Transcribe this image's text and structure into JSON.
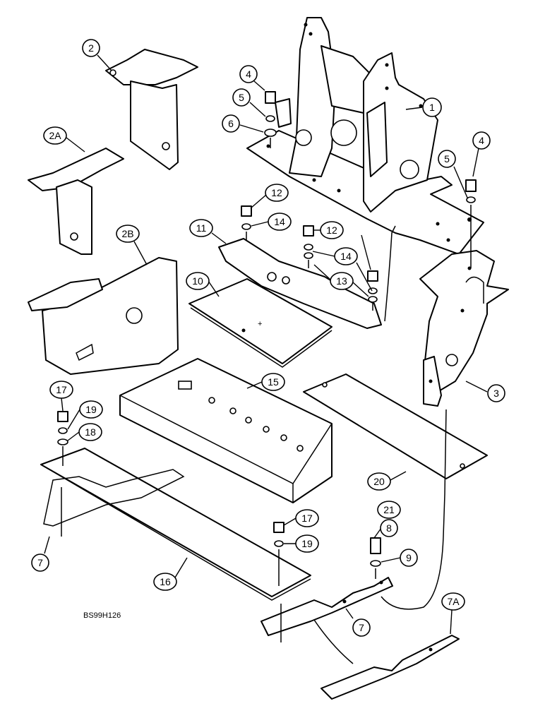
{
  "drawing_ref": "BS99H126",
  "callouts": {
    "c1": "1",
    "c2": "2",
    "c2a": "2A",
    "c2b": "2B",
    "c3": "3",
    "c4a": "4",
    "c4b": "4",
    "c5a": "5",
    "c5b": "5",
    "c6": "6",
    "c7a": "7",
    "c7b": "7",
    "c7c": "7A",
    "c8": "8",
    "c9": "9",
    "c10": "10",
    "c11": "11",
    "c12a": "12",
    "c12b": "12",
    "c13": "13",
    "c14a": "14",
    "c14b": "14",
    "c15": "15",
    "c16": "16",
    "c17a": "17",
    "c17b": "17",
    "c18": "18",
    "c19a": "19",
    "c19b": "19",
    "c20": "20",
    "c21": "21"
  }
}
